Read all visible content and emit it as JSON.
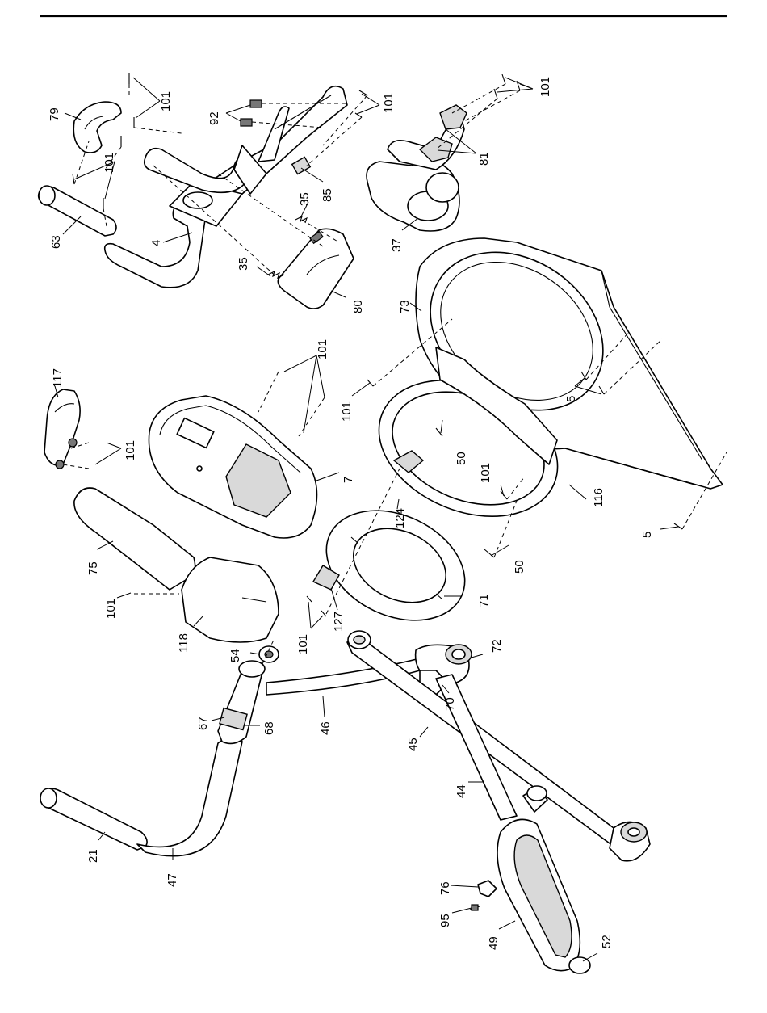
{
  "diagram": {
    "labels": [
      {
        "id": "l101a",
        "text": "101"
      },
      {
        "id": "l79",
        "text": "79"
      },
      {
        "id": "l101b",
        "text": "101"
      },
      {
        "id": "l63",
        "text": "63"
      },
      {
        "id": "l4",
        "text": "4"
      },
      {
        "id": "l92",
        "text": "92"
      },
      {
        "id": "l101c",
        "text": "101"
      },
      {
        "id": "l35a",
        "text": "35"
      },
      {
        "id": "l85",
        "text": "85"
      },
      {
        "id": "l35b",
        "text": "35"
      },
      {
        "id": "l80",
        "text": "80"
      },
      {
        "id": "l101d",
        "text": "101"
      },
      {
        "id": "l81",
        "text": "81"
      },
      {
        "id": "l37",
        "text": "37"
      },
      {
        "id": "l73",
        "text": "73"
      },
      {
        "id": "l117",
        "text": "117"
      },
      {
        "id": "l101e",
        "text": "101"
      },
      {
        "id": "l101f",
        "text": "101"
      },
      {
        "id": "l101g",
        "text": "101"
      },
      {
        "id": "l7",
        "text": "7"
      },
      {
        "id": "l50a",
        "text": "50"
      },
      {
        "id": "l5a",
        "text": "5"
      },
      {
        "id": "l101h",
        "text": "101"
      },
      {
        "id": "l124",
        "text": "124"
      },
      {
        "id": "l116",
        "text": "116"
      },
      {
        "id": "l5b",
        "text": "5"
      },
      {
        "id": "l75",
        "text": "75"
      },
      {
        "id": "l50b",
        "text": "50"
      },
      {
        "id": "l101i",
        "text": "101"
      },
      {
        "id": "l71",
        "text": "71"
      },
      {
        "id": "l118",
        "text": "118"
      },
      {
        "id": "l127",
        "text": "127"
      },
      {
        "id": "l101j",
        "text": "101"
      },
      {
        "id": "l54",
        "text": "54"
      },
      {
        "id": "l72",
        "text": "72"
      },
      {
        "id": "l70",
        "text": "70"
      },
      {
        "id": "l67",
        "text": "67"
      },
      {
        "id": "l68",
        "text": "68"
      },
      {
        "id": "l46",
        "text": "46"
      },
      {
        "id": "l45",
        "text": "45"
      },
      {
        "id": "l44",
        "text": "44"
      },
      {
        "id": "l21",
        "text": "21"
      },
      {
        "id": "l47",
        "text": "47"
      },
      {
        "id": "l76",
        "text": "76"
      },
      {
        "id": "l95",
        "text": "95"
      },
      {
        "id": "l49",
        "text": "49"
      },
      {
        "id": "l52",
        "text": "52"
      }
    ]
  }
}
